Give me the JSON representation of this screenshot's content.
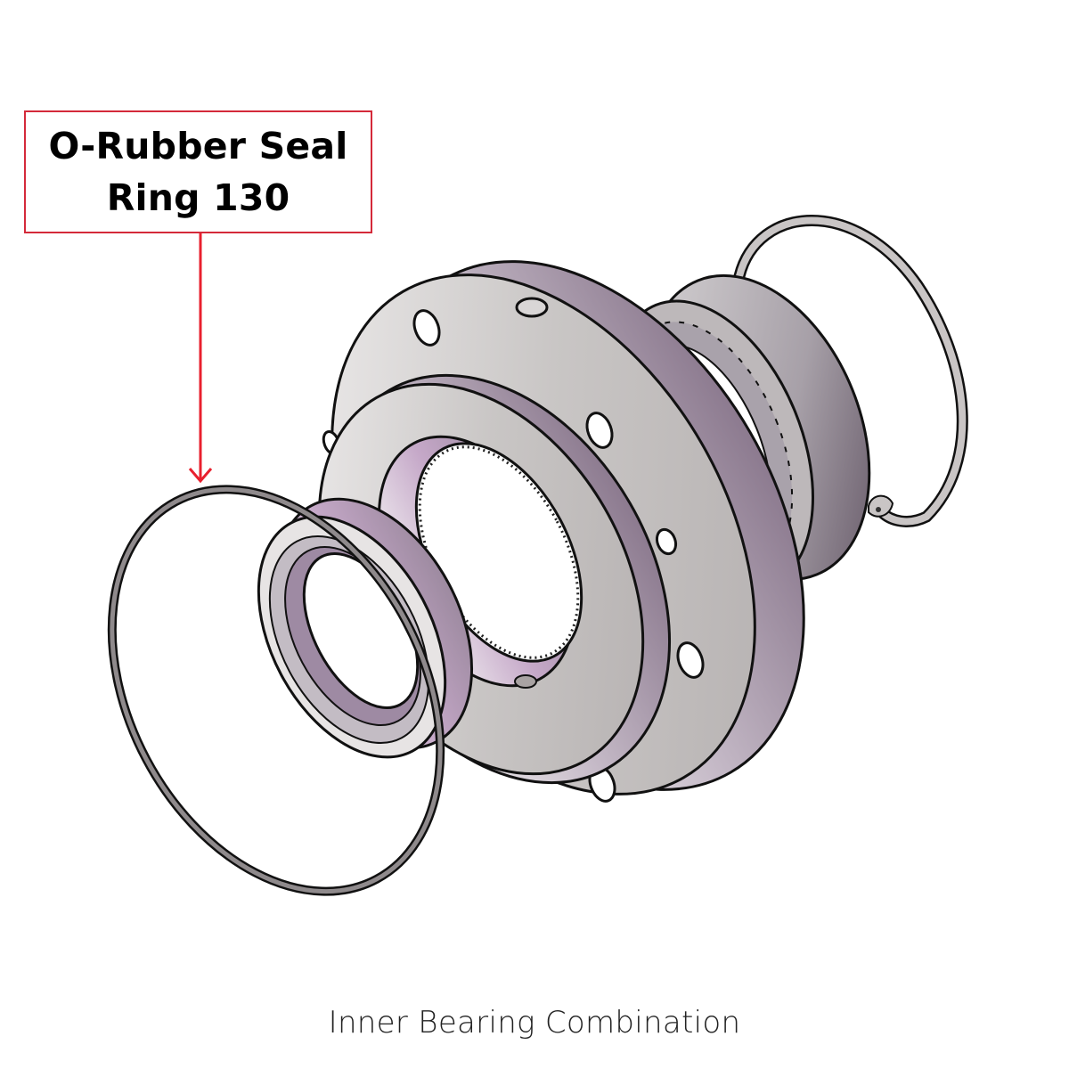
{
  "callout": {
    "line1": "O-Rubber Seal",
    "line2": "Ring 130",
    "border_color": "#d42a3a",
    "arrow_color": "#e8202e"
  },
  "diagram": {
    "subject": "exploded view of bearing housing assembly",
    "parts": [
      {
        "id": "o-ring",
        "label": "O-Rubber Seal Ring 130"
      },
      {
        "id": "oil-seal",
        "label": ""
      },
      {
        "id": "flange-housing",
        "label": ""
      },
      {
        "id": "bearing",
        "label": ""
      },
      {
        "id": "retaining-circlip",
        "label": ""
      }
    ],
    "colors": {
      "metal_light": "#e9e6e6",
      "metal_mid": "#b9b6b5",
      "metal_shadow": "#a48fa6",
      "outline": "#111111"
    }
  },
  "caption": {
    "text": "Inner Bearing Combination"
  }
}
